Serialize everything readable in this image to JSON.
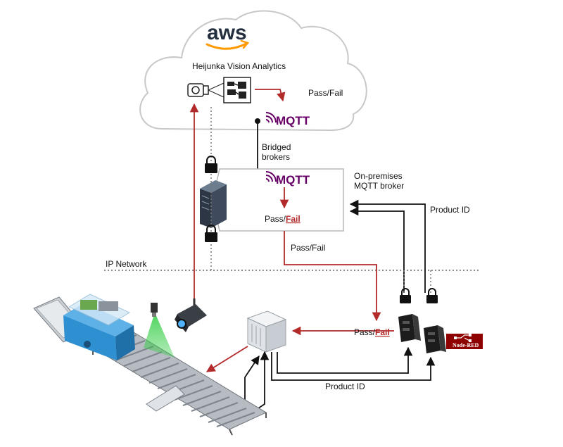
{
  "cloud": {
    "provider_logo_text": "aws",
    "title": "Heijunka Vision Analytics",
    "pass_fail_label": "Pass/Fail",
    "mqtt_logo_text": "MQTT"
  },
  "bridge": {
    "label_line1": "Bridged",
    "label_line2": "brokers"
  },
  "onprem": {
    "title_line1": "On-premises",
    "title_line2": "MQTT broker",
    "mqtt_logo_text": "MQTT",
    "pass_text": "Pass/",
    "fail_text": "Fail"
  },
  "network": {
    "label": "IP Network"
  },
  "flows": {
    "pass_fail_label": "Pass/Fail",
    "product_id_top": "Product ID",
    "product_id_bottom": "Product ID",
    "plc_pass_text": "Pass/",
    "plc_fail_text": "Fail"
  },
  "nodered": {
    "badge_text": "Node-RED"
  },
  "colors": {
    "flow_red": "#b22a2a",
    "flow_black": "#111111",
    "cloud_stroke": "#c8c8c8",
    "aws_orange": "#ff9900",
    "aws_navy": "#232f3e",
    "mqtt_purple": "#660066",
    "conveyor_blue": "#2e8fd1",
    "nodered_red": "#8f0000"
  }
}
